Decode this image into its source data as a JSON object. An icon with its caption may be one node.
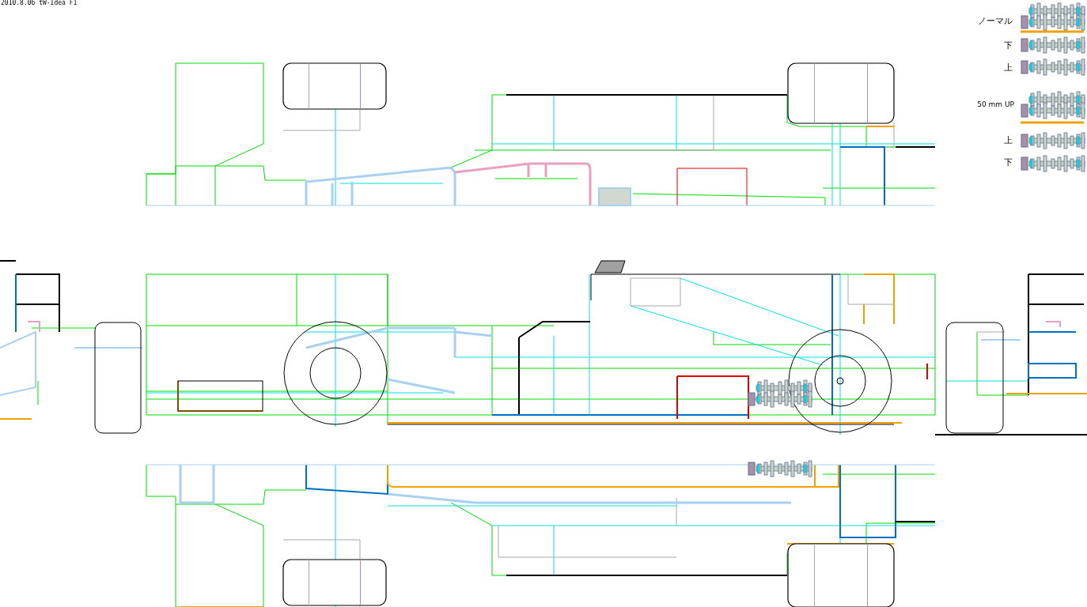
{
  "diagram": {
    "labels": [
      "2010.8.06 tW-Idea F1",
      "ノーマル",
      "下",
      "上",
      "50 mm UP",
      "上",
      "下"
    ]
  }
}
